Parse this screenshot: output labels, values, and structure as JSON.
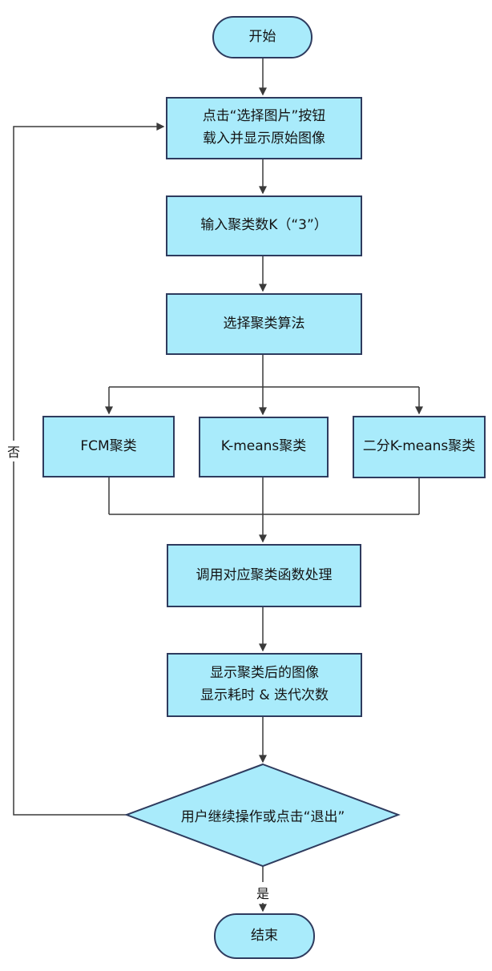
{
  "colors": {
    "node_fill": "#A9EBFB",
    "node_border": "#2E3B5E",
    "connector": "#3A3A3A"
  },
  "nodes": {
    "start": {
      "label": "开始"
    },
    "load_image": {
      "lines": [
        "点击“选择图片”按钮",
        "载入并显示原始图像"
      ]
    },
    "input_k": {
      "label": "输入聚类数K（“3”）"
    },
    "select_algorithm": {
      "label": "选择聚类算法"
    },
    "fcm": {
      "label": "FCM聚类"
    },
    "kmeans": {
      "label": "K-means聚类"
    },
    "bisecting_kmeans": {
      "label": "二分K-means聚类"
    },
    "call_function": {
      "label": "调用对应聚类函数处理"
    },
    "show_result": {
      "lines": [
        "显示聚类后的图像",
        "显示耗时 & 迭代次数"
      ]
    },
    "decision": {
      "label": "用户继续操作或点击“退出”"
    },
    "end": {
      "label": "结束"
    }
  },
  "edge_labels": {
    "yes": "是",
    "no": "否"
  }
}
